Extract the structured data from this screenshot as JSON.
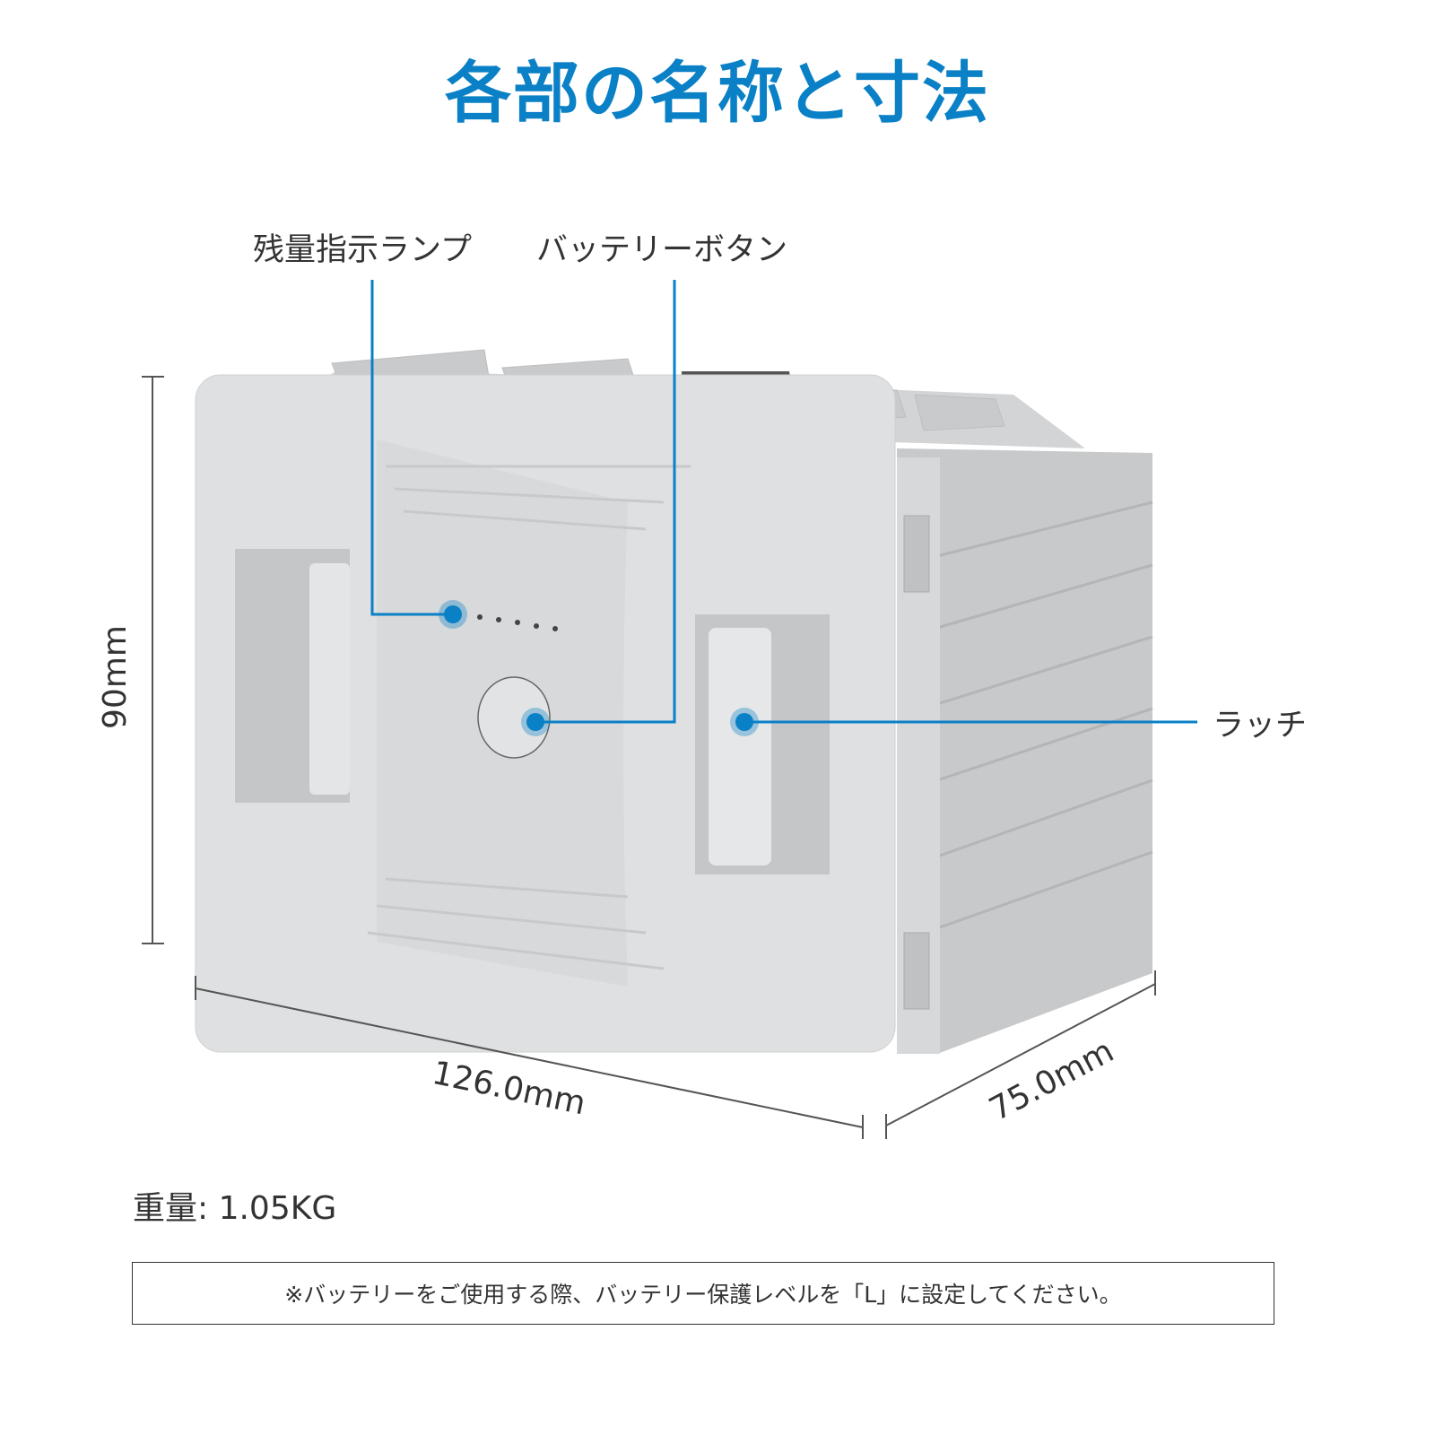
{
  "title": "各部の名称と寸法",
  "callouts": {
    "indicator": "残量指示ランプ",
    "button": "バッテリーボタン",
    "latch": "ラッチ"
  },
  "dimensions": {
    "height": "90mm",
    "width": "126.0mm",
    "depth": "75.0mm"
  },
  "weight": "重量: 1.05KG",
  "note": "※バッテリーをご使用する際、バッテリー保護レベルを「L」に設定してください。",
  "colors": {
    "accent": "#0a80c6",
    "body": "#dfe0e2"
  }
}
